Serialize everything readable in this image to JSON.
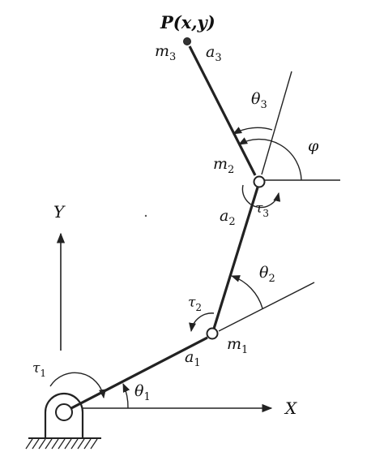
{
  "diagram": {
    "end_effector": {
      "label": "P(x,y)"
    },
    "axes": {
      "x_label": "X",
      "y_label": "Y"
    },
    "masses": [
      {
        "base": "m",
        "sub": "1"
      },
      {
        "base": "m",
        "sub": "2"
      },
      {
        "base": "m",
        "sub": "3"
      }
    ],
    "links": [
      {
        "base": "a",
        "sub": "1"
      },
      {
        "base": "a",
        "sub": "2"
      },
      {
        "base": "a",
        "sub": "3"
      }
    ],
    "joint_angles": [
      {
        "base": "θ",
        "sub": "1"
      },
      {
        "base": "θ",
        "sub": "2"
      },
      {
        "base": "θ",
        "sub": "3"
      }
    ],
    "torques": [
      {
        "base": "τ",
        "sub": "1"
      },
      {
        "base": "τ",
        "sub": "2"
      },
      {
        "base": "τ",
        "sub": "3"
      }
    ],
    "orientation_angle": {
      "label": "φ"
    },
    "colors": {
      "line": "#222222",
      "background": "#ffffff"
    }
  }
}
